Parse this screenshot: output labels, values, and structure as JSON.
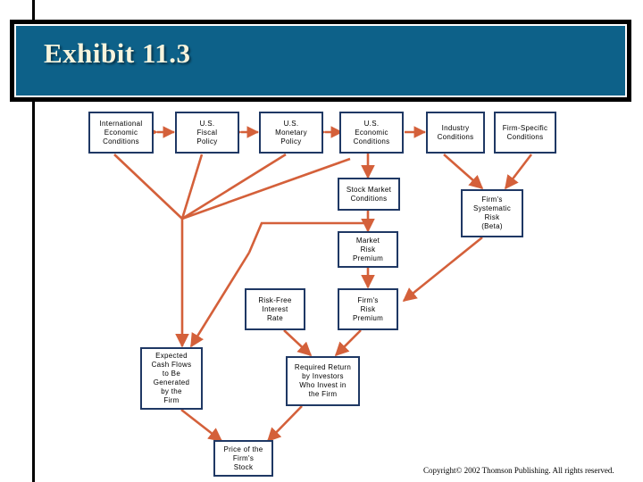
{
  "header": {
    "title": "Exhibit 11.3",
    "banner_color": "#0d6189",
    "title_color": "#f7f4dd",
    "border_color": "#000000"
  },
  "theme": {
    "box_border": "#1f3864",
    "box_shadow": "#a8c4de",
    "connector": "#d4603a",
    "background": "#ffffff"
  },
  "diagram": {
    "nodes": [
      {
        "id": "international-economic-conditions",
        "label": "International\nEconomic\nConditions"
      },
      {
        "id": "us-fiscal-policy",
        "label": "U.S.\nFiscal\nPolicy"
      },
      {
        "id": "us-monetary-policy",
        "label": "U.S.\nMonetary\nPolicy"
      },
      {
        "id": "us-economic-conditions",
        "label": "U.S.\nEconomic\nConditions"
      },
      {
        "id": "industry-conditions",
        "label": "Industry\nConditions"
      },
      {
        "id": "firm-specific-conditions",
        "label": "Firm-Specific\nConditions"
      },
      {
        "id": "stock-market-conditions",
        "label": "Stock Market\nConditions"
      },
      {
        "id": "firms-systematic-risk",
        "label": "Firm's\nSystematic\nRisk\n(Beta)"
      },
      {
        "id": "market-risk-premium",
        "label": "Market\nRisk\nPremium"
      },
      {
        "id": "risk-free-interest-rate",
        "label": "Risk-Free\nInterest\nRate"
      },
      {
        "id": "firms-risk-premium",
        "label": "Firm's\nRisk\nPremium"
      },
      {
        "id": "expected-cash-flows",
        "label": "Expected\nCash Flows\nto Be\nGenerated\nby the\nFirm"
      },
      {
        "id": "required-return",
        "label": "Required Return\nby Investors\nWho Invest in\nthe Firm"
      },
      {
        "id": "price-of-firms-stock",
        "label": "Price of the\nFirm's\nStock"
      }
    ]
  },
  "footer": {
    "copyright": "Copyright© 2002  Thomson Publishing.  All rights reserved."
  }
}
